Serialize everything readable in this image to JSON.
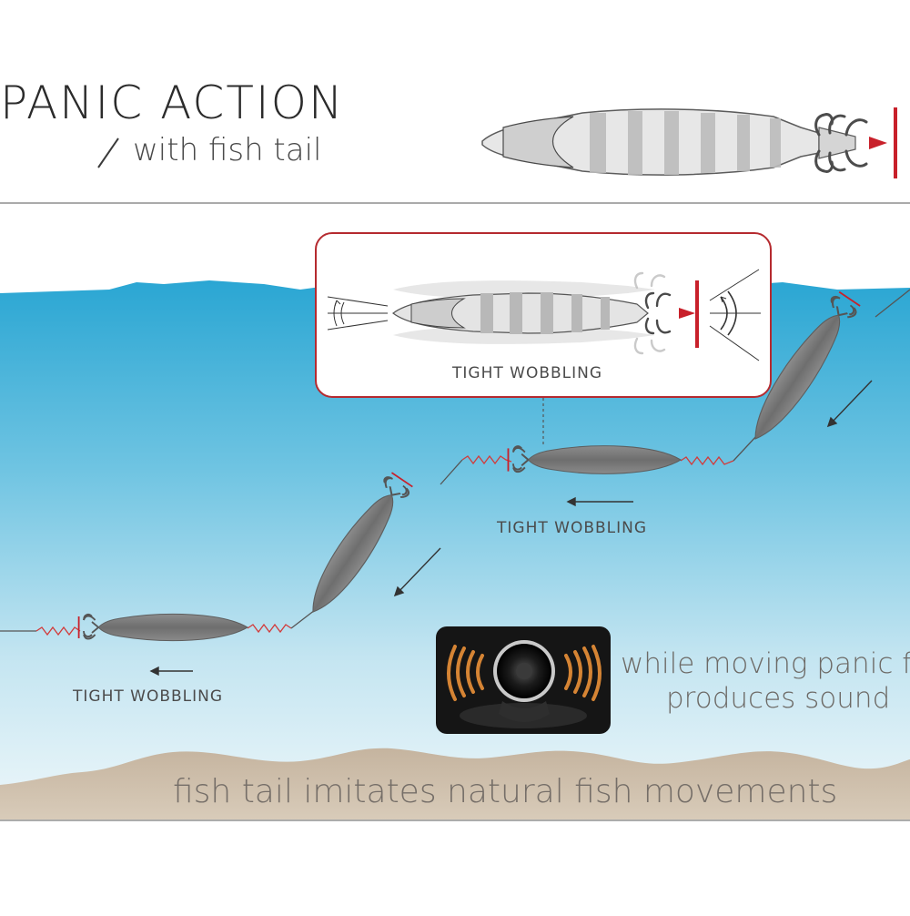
{
  "header": {
    "title": "PANIC ACTION",
    "subtitle": "with fish tail"
  },
  "inset": {
    "label": "TIGHT WOBBLING"
  },
  "labels": {
    "middle": "TIGHT WOBBLING",
    "left": "TIGHT WOBBLING"
  },
  "sound": {
    "line1": "while moving panic fish",
    "line2": "produces sound"
  },
  "caption": "fish tail imitates natural fish movements",
  "colors": {
    "accent_red": "#c8202a",
    "water_top": "#2aa9d6",
    "water_bottom": "#e9f4f9",
    "seabed": "#c9b9a4",
    "lure_gray": "#7c7c7c"
  },
  "icons": [
    "speaker-icon",
    "lure-icon",
    "arrow-icon",
    "wobble-arc-icon"
  ]
}
